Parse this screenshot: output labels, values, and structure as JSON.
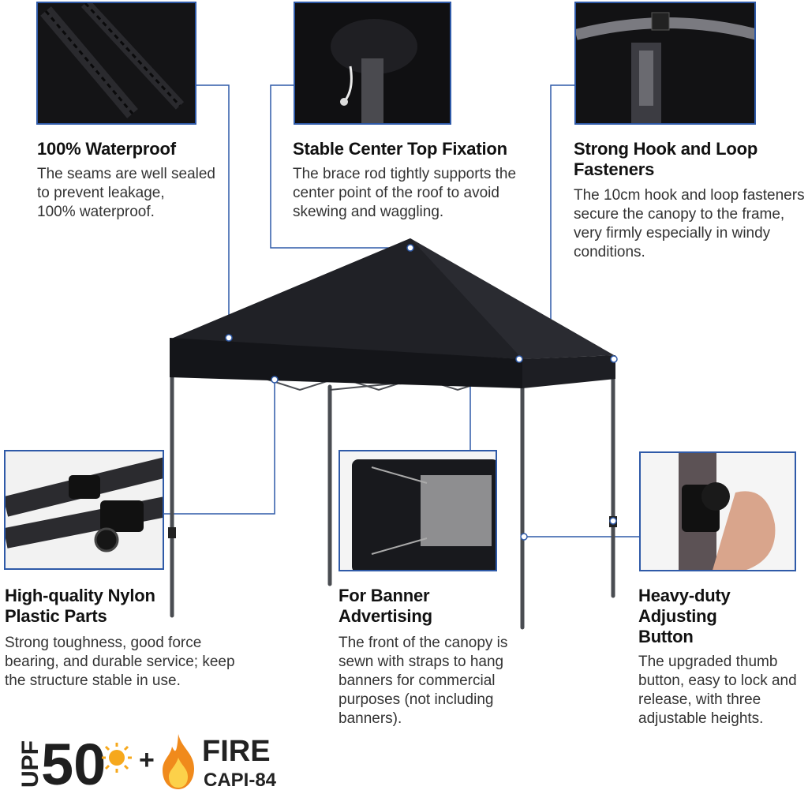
{
  "features": {
    "waterproof": {
      "title": "100% Waterproof",
      "desc": [
        "The seams are well sealed",
        "to prevent leakage,",
        "100% waterproof."
      ]
    },
    "center_fixation": {
      "title": "Stable Center Top Fixation",
      "desc": [
        "The brace rod tightly supports the",
        "center point of the roof to avoid",
        "skewing and waggling."
      ]
    },
    "hook_loop": {
      "title": [
        "Strong Hook and Loop",
        "Fasteners"
      ],
      "desc": [
        "The 10cm hook and loop fasteners",
        "secure the canopy to the frame,",
        "very firmly especially in windy",
        "conditions."
      ]
    },
    "nylon_parts": {
      "title": [
        "High-quality Nylon",
        "Plastic Parts"
      ],
      "desc": [
        "Strong toughness, good force",
        "bearing, and durable service; keep",
        "the structure stable in use."
      ]
    },
    "banner": {
      "title": [
        "For Banner",
        "Advertising"
      ],
      "desc": [
        "The front of the canopy is",
        "sewn with straps to hang",
        "banners for commercial",
        "purposes (not including",
        "banners)."
      ]
    },
    "button": {
      "title": [
        "Heavy-duty",
        "Adjusting",
        "Button"
      ],
      "desc": [
        "The upgraded thumb",
        "button, easy to lock and",
        "release, with three",
        "adjustable heights."
      ]
    }
  },
  "badges": {
    "upf_label": "UPF",
    "upf_value": "50",
    "plus": "+",
    "fire_label": "FIRE",
    "fire_code": "CAPI-84"
  },
  "colors": {
    "callout_line": "#2f5aa8",
    "canopy": "#17181c",
    "frame": "#4a4d52",
    "fire_orange": "#f08a1c",
    "sun_yellow": "#f6a81c"
  }
}
